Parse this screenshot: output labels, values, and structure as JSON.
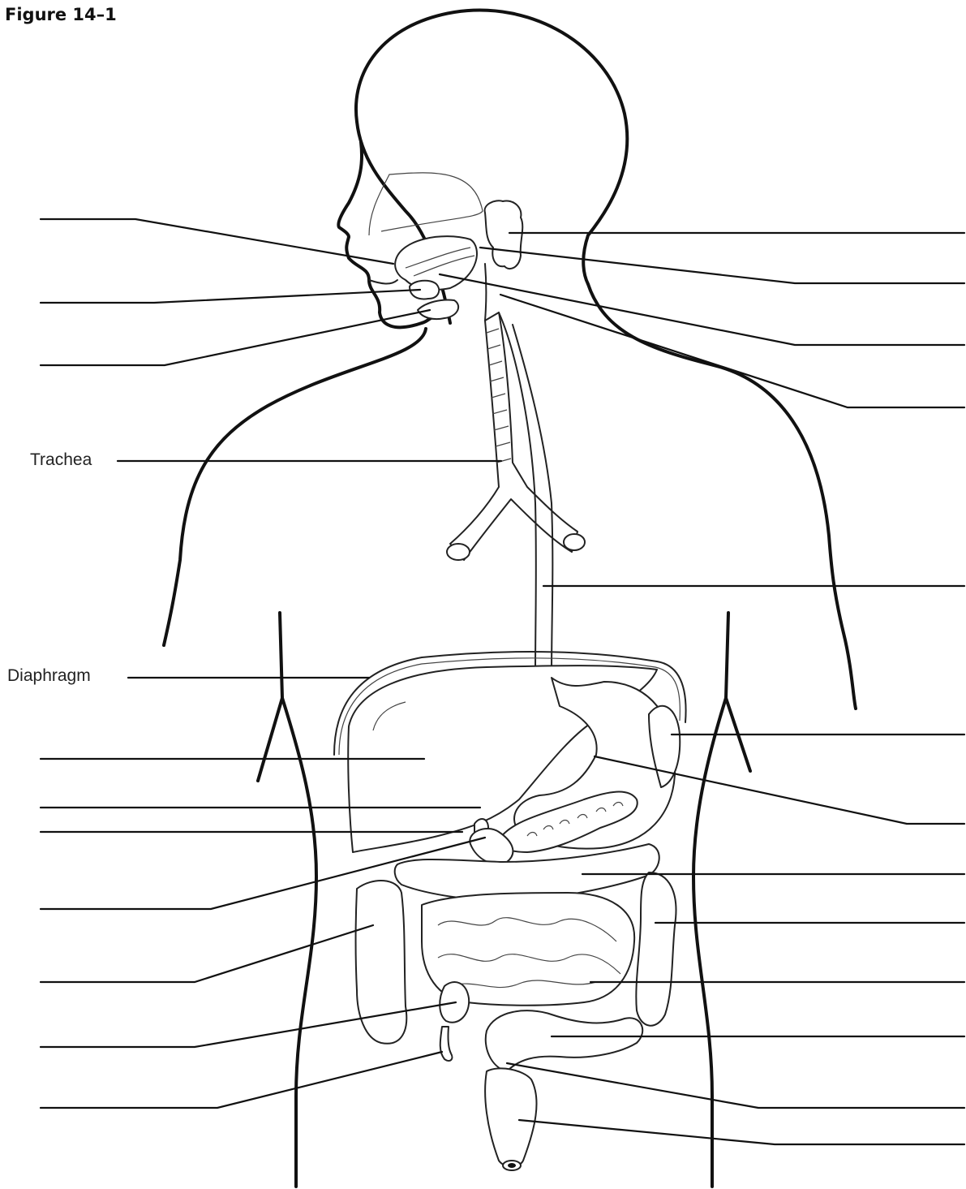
{
  "figure": {
    "title": "Figure 14–1"
  },
  "labels": {
    "trachea": "Trachea",
    "diaphragm": "Diaphragm"
  },
  "diagram": {
    "subject": "human digestive system outline",
    "blank_leader_count": 23
  }
}
